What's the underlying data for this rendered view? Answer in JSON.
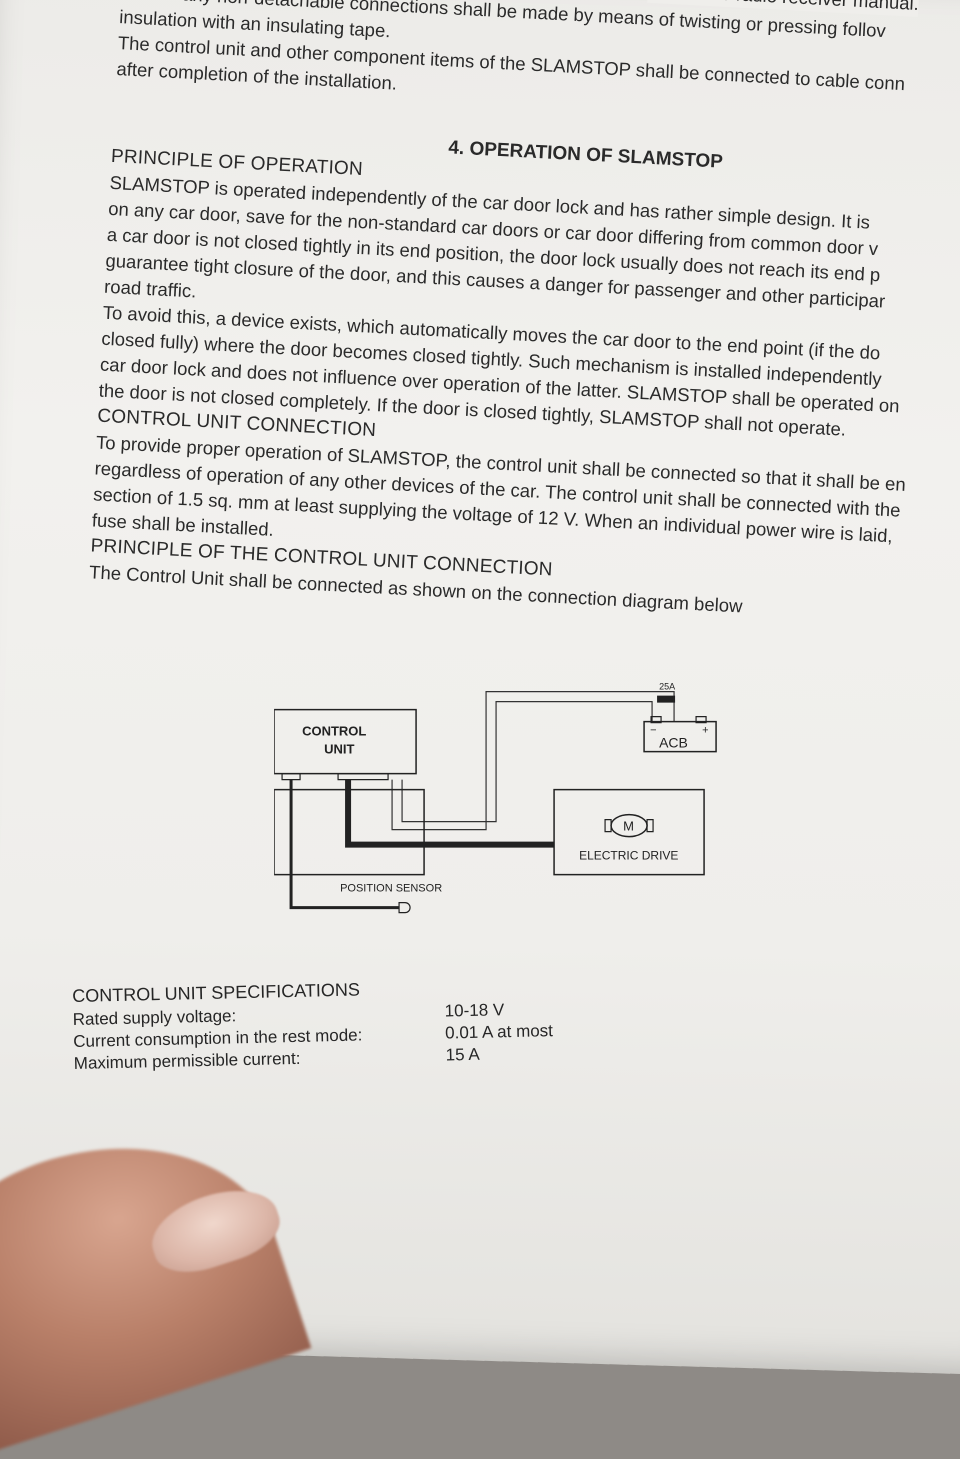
{
  "top_text": {
    "line1_left": "All and any non-detachable connections shall be made by means of twisting or pressing follov",
    "line1_right": "ual or the radio receiver manual.",
    "line2": "insulation with an insulating tape.",
    "line3": "The control unit and other component items of the SLAMSTOP shall be connected to cable conn",
    "line4": "after completion of the installation."
  },
  "section_title": "4. OPERATION OF SLAMSTOP",
  "principle": {
    "heading": "PRINCIPLE OF OPERATION",
    "lines": [
      "SLAMSTOP is operated independently of the car door lock and has rather simple design. It is",
      "on any car door, save for the non-standard car doors or car door differing from common door v",
      "a car door is not closed tightly in its end position, the door lock usually does not reach its end p",
      "guarantee tight closure of the door, and this causes a danger for passenger and other participar",
      "road traffic.",
      "To avoid this, a device exists, which automatically moves the car door to the end point (if the do",
      "closed fully) where the door becomes closed tightly. Such mechanism is installed independently",
      "car door lock and does not influence over operation of the latter. SLAMSTOP shall be operated on",
      "the door is not closed completely. If the door is closed tightly, SLAMSTOP shall not operate."
    ]
  },
  "connection": {
    "heading": "CONTROL UNIT CONNECTION",
    "lines": [
      "To provide proper operation of SLAMSTOP, the control unit shall be connected so that it shall be en",
      "regardless of operation of any other devices of the car. The control unit shall be connected with the",
      "section of 1.5 sq. mm at least supplying the voltage of 12 V. When an individual power wire is laid,",
      "fuse shall be installed."
    ]
  },
  "principle_connection": {
    "heading": "PRINCIPLE OF THE CONTROL UNIT CONNECTION",
    "line": "The Control Unit shall be connected as shown on the connection diagram below"
  },
  "diagram": {
    "control_unit_line1": "CONTROL",
    "control_unit_line2": "UNIT",
    "fuse_label": "25A",
    "battery_label": "ACB",
    "minus_sign": "−",
    "plus_sign": "+",
    "motor_label": "M",
    "electric_drive_label": "ELECTRIC DRIVE",
    "position_sensor_label": "POSITION SENSOR"
  },
  "specs": {
    "heading": "CONTROL UNIT SPECIFICATIONS",
    "rows": [
      {
        "label": "Rated supply voltage:",
        "value": "10-18 V"
      },
      {
        "label": "Current consumption in the rest mode:",
        "value": "0.01 A at most"
      },
      {
        "label": "Maximum permissible current:",
        "value": "15 A"
      }
    ]
  }
}
